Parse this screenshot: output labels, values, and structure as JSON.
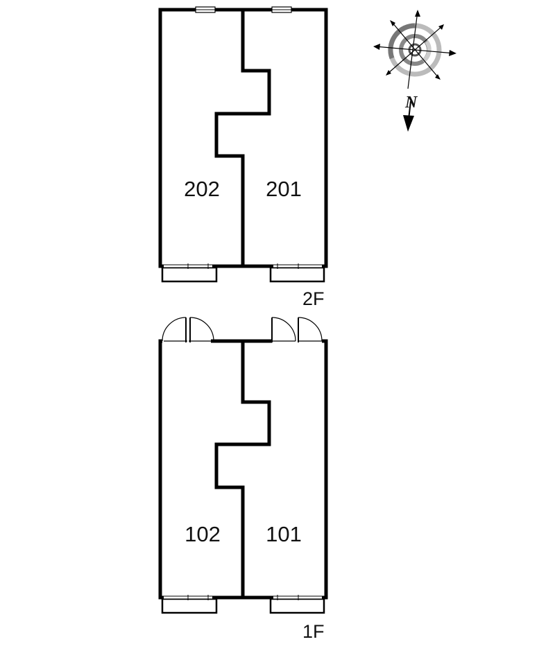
{
  "compass": {
    "label": "N"
  },
  "floors": [
    {
      "label": "2F",
      "rooms": [
        {
          "number": "202"
        },
        {
          "number": "201"
        }
      ]
    },
    {
      "label": "1F",
      "rooms": [
        {
          "number": "102"
        },
        {
          "number": "101"
        }
      ]
    }
  ],
  "colors": {
    "wall": "#000000",
    "background": "#ffffff",
    "compass_dark": "#777777",
    "compass_light": "#bbbbbb"
  }
}
